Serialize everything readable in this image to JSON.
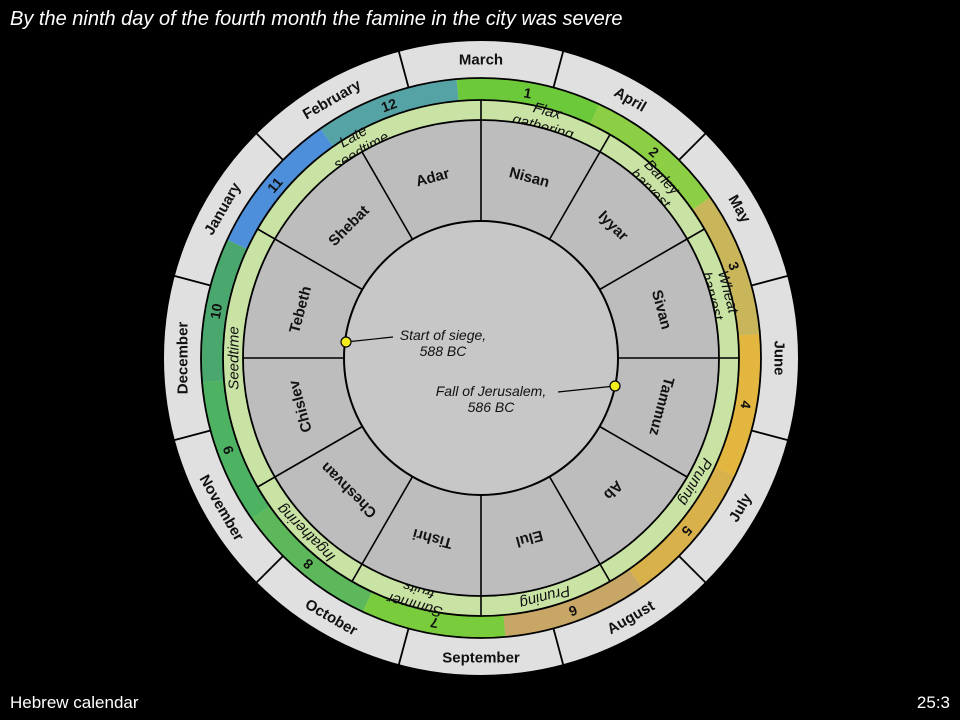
{
  "title": "By the ninth day of the fourth month the famine in the city was severe",
  "footer": {
    "caption": "Hebrew calendar",
    "reference": "25:3"
  },
  "colors": {
    "background": "#000000",
    "outer_ring": "#e0e0e0",
    "season_ring": "#c9e3a4",
    "hebrew_ring": "#bdbdbd",
    "center": "#c7c7c7",
    "marker": "#f2ec1c"
  },
  "gregorian_months": [
    "March",
    "April",
    "May",
    "June",
    "July",
    "August",
    "September",
    "October",
    "November",
    "December",
    "January",
    "February"
  ],
  "numbers": [
    {
      "label": "1",
      "color": "#6cc93a"
    },
    {
      "label": "2",
      "color": "#8ccf45"
    },
    {
      "label": "3",
      "color": "#c9b65a"
    },
    {
      "label": "4",
      "color": "#e3b640"
    },
    {
      "label": "5",
      "color": "#d9b14a"
    },
    {
      "label": "6",
      "color": "#c8a766"
    },
    {
      "label": "7",
      "color": "#79cc3c"
    },
    {
      "label": "8",
      "color": "#5cb85a"
    },
    {
      "label": "9",
      "color": "#4db363"
    },
    {
      "label": "10",
      "color": "#4aa86f"
    },
    {
      "label": "11",
      "color": "#4d8fda"
    },
    {
      "label": "12",
      "color": "#56a3a6"
    }
  ],
  "seasons": [
    {
      "label": [
        "Flax",
        "gathering"
      ]
    },
    {
      "label": [
        "Barley",
        "harvest"
      ]
    },
    {
      "label": [
        "Wheat",
        "harvest"
      ]
    },
    {
      "label": [
        "Pruning"
      ]
    },
    {
      "label": [
        "Pruning"
      ]
    },
    {
      "label": [
        "Summer",
        "fruits"
      ]
    },
    {
      "label": [
        "Ingathering"
      ]
    },
    {
      "label": [
        "Seedtime"
      ]
    },
    {
      "label": [
        "Late",
        "seedtime"
      ]
    }
  ],
  "hebrew_months": [
    "Nisan",
    "Iyyar",
    "Sivan",
    "Tammuz",
    "Ab",
    "Elul",
    "Tishri",
    "Cheshvan",
    "Chislev",
    "Tebeth",
    "Shebat",
    "Adar"
  ],
  "annotations": {
    "siege": [
      "Start of siege,",
      "588 BC"
    ],
    "fall": [
      "Fall of Jerusalem,",
      "586 BC"
    ]
  }
}
